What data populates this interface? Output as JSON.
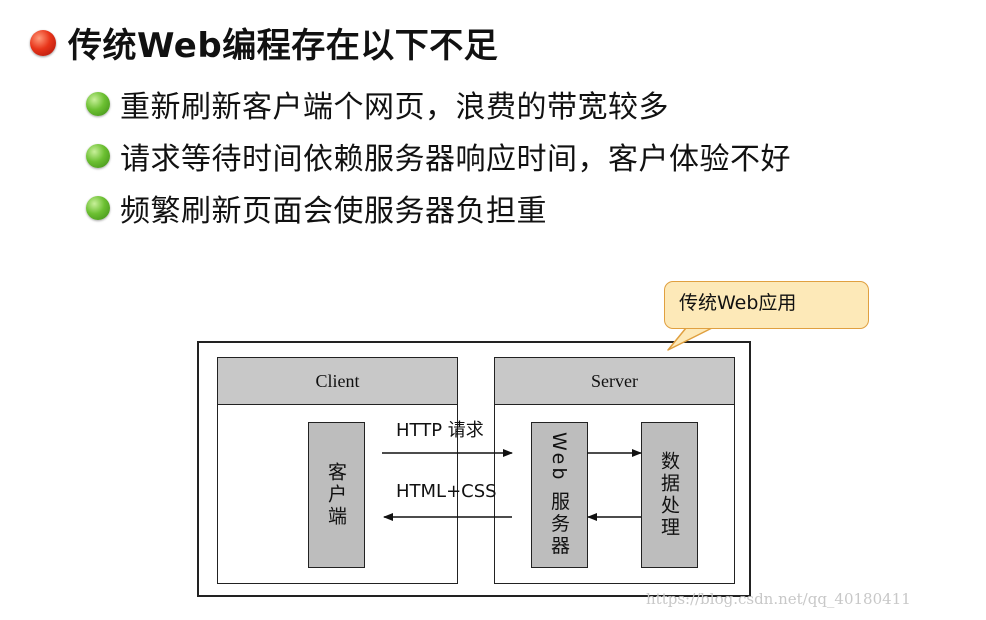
{
  "heading": "传统Web编程存在以下不足",
  "bullets": [
    "重新刷新客户端个网页，浪费的带宽较多",
    "请求等待时间依赖服务器响应时间，客户体验不好",
    "频繁刷新页面会使服务器负担重"
  ],
  "callout": "传统Web应用",
  "diagram": {
    "client_title": "Client",
    "server_title": "Server",
    "client_box": "客户端",
    "web_server_box": "Web 服务器",
    "data_box": "数据处理",
    "request_label": "HTTP 请求",
    "response_label": "HTML+CSS"
  },
  "watermark": "https://blog.csdn.net/qq_40180411",
  "colors": {
    "red_bullet": "#e8351a",
    "green_bullet": "#6cc032",
    "callout_fill": "#fde9b8",
    "panel_gray": "#c8c8c8"
  }
}
